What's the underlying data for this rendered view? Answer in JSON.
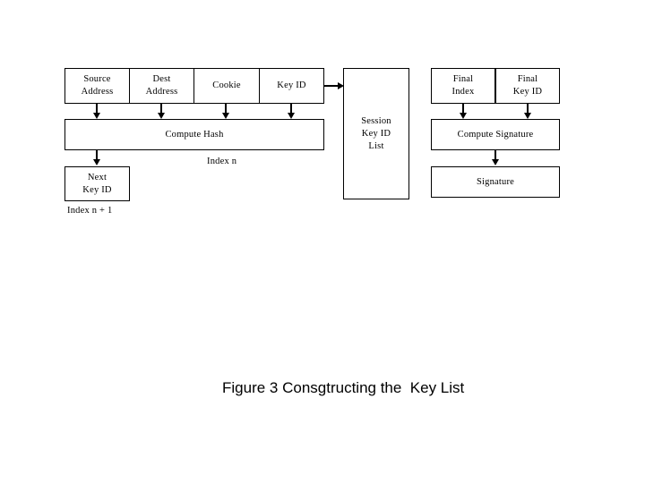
{
  "figure": {
    "caption": "Figure 3 Consgtructing the  Key List",
    "colors": {
      "background": "#ffffff",
      "stroke": "#000000",
      "text": "#000000"
    }
  },
  "packet_header": {
    "cells": [
      {
        "line1": "Source",
        "line2": "Address"
      },
      {
        "line1": "Dest",
        "line2": "Address"
      },
      {
        "line1": "Cookie",
        "line2": ""
      },
      {
        "line1": "Key ID",
        "line2": ""
      }
    ]
  },
  "hash": {
    "label": "Compute Hash",
    "index_label": "Index n"
  },
  "next_key": {
    "line1": "Next",
    "line2": "Key ID",
    "index_label": "Index n + 1"
  },
  "session_list": {
    "line1": "Session",
    "line2": "Key ID",
    "line3": "List"
  },
  "final_row": {
    "cells": [
      {
        "line1": "Final",
        "line2": "Index"
      },
      {
        "line1": "Final",
        "line2": "Key ID"
      }
    ]
  },
  "signature": {
    "compute_label": "Compute Signature",
    "result_label": "Signature"
  }
}
